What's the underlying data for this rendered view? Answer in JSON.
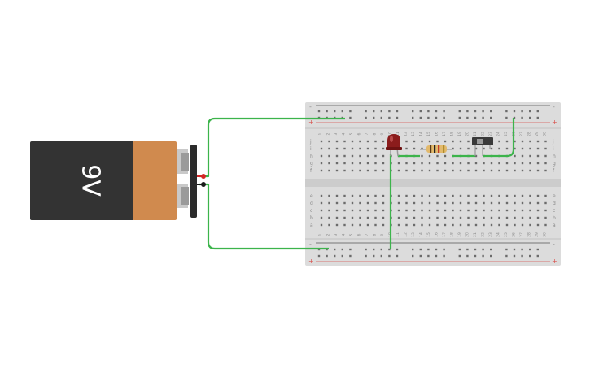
{
  "battery": {
    "label": "9V"
  },
  "breadboard": {
    "top_rail_minus": "-",
    "top_rail_plus": "+",
    "bottom_rail_minus": "-",
    "bottom_rail_plus": "+",
    "rows_upper": [
      "j",
      "i",
      "h",
      "g",
      "f"
    ],
    "rows_lower": [
      "e",
      "d",
      "c",
      "b",
      "a"
    ],
    "column_count": 30
  },
  "colors": {
    "wire": "#3cb44b",
    "battery_body": "#333333",
    "battery_cap": "#d08a4e",
    "led": "#8b1c1c",
    "board": "#e0e0e0",
    "plus_line": "#d9534f",
    "minus_line": "#555555"
  }
}
